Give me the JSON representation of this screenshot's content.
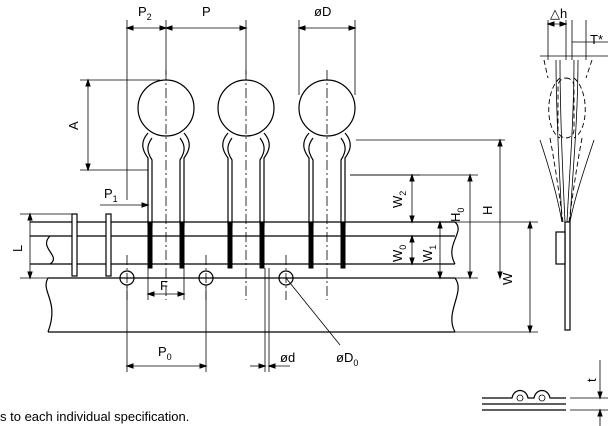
{
  "labels": {
    "p2": "P",
    "p2_sub": "2",
    "p": "P",
    "od": "øD",
    "dh": "△h",
    "tstar": "T*",
    "a": "A",
    "p1": "P",
    "p1_sub": "1",
    "w2": "W",
    "w2_sub": "2",
    "h0": "H",
    "h0_sub": "0",
    "h": "H",
    "l": "L",
    "w0": "W",
    "w0_sub": "0",
    "w1": "W",
    "w1_sub": "1",
    "w": "W",
    "f": "F",
    "p0": "P",
    "p0_sub": "0",
    "d": "ød",
    "d0": "øD",
    "d0_sub": "0",
    "t": "t"
  },
  "note": "s to each individual specification."
}
